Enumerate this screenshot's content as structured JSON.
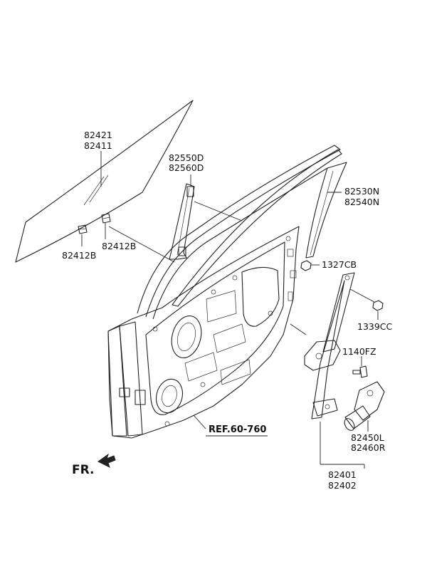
{
  "labels": {
    "glass": [
      "82421",
      "82411"
    ],
    "glass_clip_b": "82412B",
    "glass_clip_a": "82412B",
    "channel_rear": [
      "82550D",
      "82560D"
    ],
    "channel_front": [
      "82530N",
      "82540N"
    ],
    "nut_1327": "1327CB",
    "nut_1339": "1339CC",
    "bolt_1140": "1140FZ",
    "motor": [
      "82450L",
      "82460R"
    ],
    "regulator": [
      "82401",
      "82402"
    ],
    "ref": "REF.60-760",
    "front": "FR."
  }
}
